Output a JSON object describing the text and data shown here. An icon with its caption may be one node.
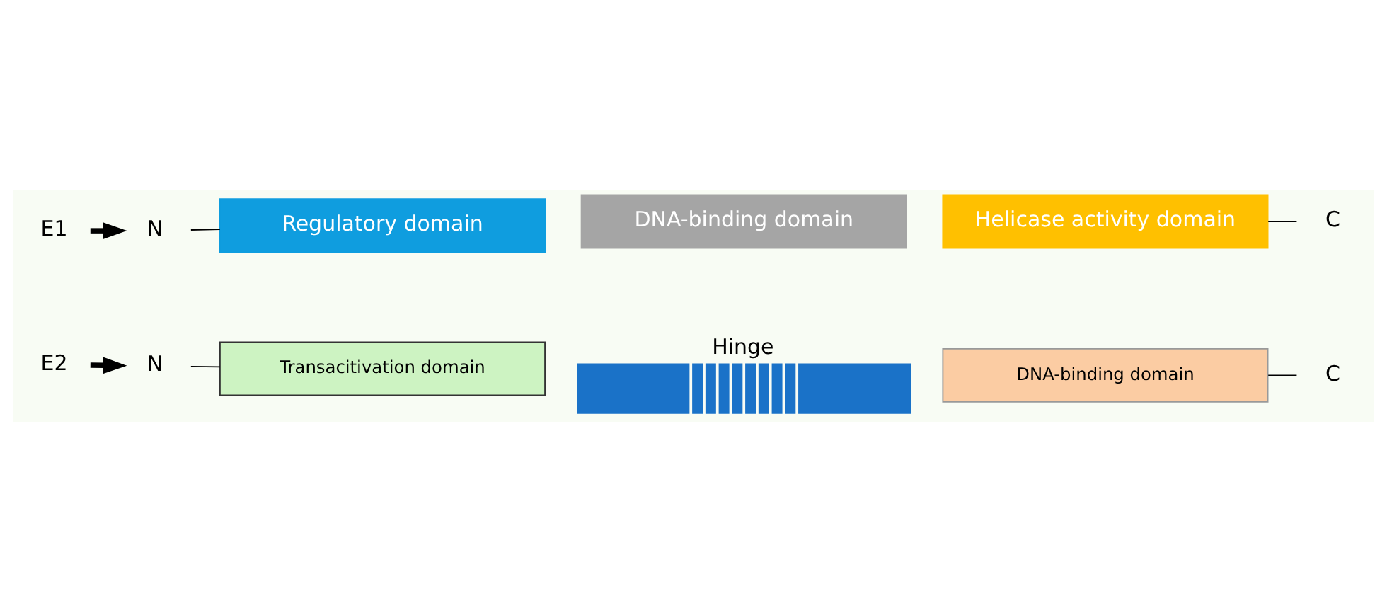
{
  "diagram": {
    "nodes": [
      {
        "text": [
          "E1"
        ]
      },
      {
        "text": [
          "N"
        ]
      },
      {
        "text": [
          "Regulatory domain"
        ]
      },
      {
        "text": [
          "DNA-binding domain"
        ]
      },
      {
        "text": [
          "Helicase activity domain"
        ]
      },
      {
        "text": [
          "C"
        ]
      },
      {
        "text": [
          "E2"
        ]
      },
      {
        "text": [
          "N"
        ]
      },
      {
        "text": [
          "Transacitivation domain"
        ]
      },
      {
        "text": [
          "Hinge"
        ]
      },
      {
        "text": [
          "DNA-binding domain"
        ]
      },
      {
        "text": [
          "C"
        ]
      }
    ],
    "edges": [
      {
        "from": 0,
        "to": 1,
        "arrow": "to",
        "style": "thick"
      },
      {
        "from": 1,
        "to": 2,
        "arrow": "none"
      },
      {
        "from": 4,
        "to": 5,
        "arrow": "none"
      },
      {
        "from": 6,
        "to": 7,
        "arrow": "to",
        "style": "thick"
      },
      {
        "from": 7,
        "to": 8,
        "arrow": "none"
      },
      {
        "from": 10,
        "to": 11,
        "arrow": "none"
      }
    ]
  }
}
